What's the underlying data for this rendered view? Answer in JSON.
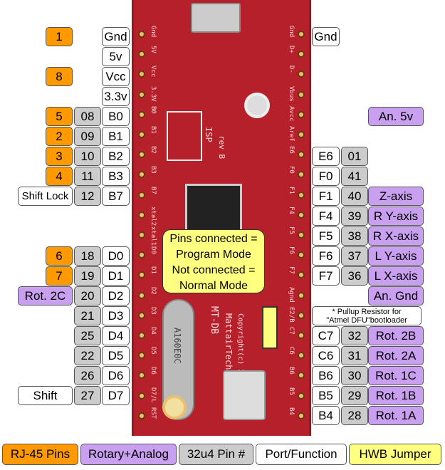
{
  "left_rows": [
    {
      "rj": "1",
      "pin": "",
      "port": "Gnd",
      "func": ""
    },
    {
      "rj": "",
      "pin": "",
      "port": "5v",
      "func": ""
    },
    {
      "rj": "8",
      "pin": "",
      "port": "Vcc",
      "func": ""
    },
    {
      "rj": "",
      "pin": "",
      "port": "3.3v",
      "func": ""
    },
    {
      "rj": "5",
      "pin": "08",
      "port": "B0",
      "func": ""
    },
    {
      "rj": "2",
      "pin": "09",
      "port": "B1",
      "func": ""
    },
    {
      "rj": "3",
      "pin": "10",
      "port": "B2",
      "func": ""
    },
    {
      "rj": "4",
      "pin": "11",
      "port": "B3",
      "func": ""
    },
    {
      "rj": "",
      "pin": "12",
      "port": "B7",
      "func": "Shift Lock"
    },
    {
      "rj": "6",
      "pin": "18",
      "port": "D0",
      "func": ""
    },
    {
      "rj": "7",
      "pin": "19",
      "port": "D1",
      "func": ""
    },
    {
      "rj": "",
      "pin": "20",
      "port": "D2",
      "func": "Rot. 2C"
    },
    {
      "rj": "",
      "pin": "21",
      "port": "D3",
      "func": ""
    },
    {
      "rj": "",
      "pin": "25",
      "port": "D4",
      "func": ""
    },
    {
      "rj": "",
      "pin": "22",
      "port": "D5",
      "func": ""
    },
    {
      "rj": "",
      "pin": "26",
      "port": "D6",
      "func": ""
    },
    {
      "rj": "",
      "pin": "27",
      "port": "D7",
      "func": "Shift"
    }
  ],
  "right_rows": [
    {
      "port": "Gnd",
      "pin": "",
      "func": ""
    },
    {
      "port": "",
      "pin": "",
      "func": "An. 5v"
    },
    {
      "port": "E6",
      "pin": "01",
      "func": ""
    },
    {
      "port": "F0",
      "pin": "41",
      "func": ""
    },
    {
      "port": "F1",
      "pin": "40",
      "func": "Z-axis"
    },
    {
      "port": "F4",
      "pin": "39",
      "func": "R Y-axis"
    },
    {
      "port": "F5",
      "pin": "38",
      "func": "R X-axis"
    },
    {
      "port": "F6",
      "pin": "37",
      "func": "L Y-axis"
    },
    {
      "port": "F7",
      "pin": "36",
      "func": "L X-axis"
    },
    {
      "port": "",
      "pin": "",
      "func": "An. Gnd"
    },
    {
      "port": "C7",
      "pin": "32",
      "func": "Rot. 2B"
    },
    {
      "port": "C6",
      "pin": "31",
      "func": "Rot. 2A"
    },
    {
      "port": "B6",
      "pin": "30",
      "func": "Rot. 1C"
    },
    {
      "port": "B5",
      "pin": "29",
      "func": "Rot. 1B"
    },
    {
      "port": "B4",
      "pin": "28",
      "func": "Rot. 1A"
    }
  ],
  "note": {
    "line1": "* Pullup Resistor for",
    "line2": "\"Atmel DFU\"bootloader"
  },
  "callout": {
    "line1": "Pins connected =",
    "line2": "Program Mode",
    "line3": "Not connected =",
    "line4": "Normal Mode"
  },
  "legend": {
    "rj45": "RJ-45 Pins",
    "rotary": "Rotary+Analog",
    "pin": "32u4 Pin #",
    "port": "Port/Function",
    "hwb": "HWB Jumper"
  },
  "board": {
    "name": "MT-DB",
    "maker": "MattairTech",
    "copyright": "Copyright(c) 2",
    "isp": "ISP",
    "rev": "rev B",
    "crystal": "A160E0C",
    "left_silk": [
      "Gnd",
      "5V",
      "Vcc",
      "3.3V",
      "B0",
      "B1",
      "B2",
      "B3",
      "B7",
      "xtal2",
      "xtal1",
      "D0",
      "D1",
      "D2",
      "D3",
      "D4",
      "D5",
      "D6",
      "D7/L",
      "RST"
    ],
    "right_silk": [
      "Gnd",
      "D+",
      "D-",
      "Vbus",
      "Avcc",
      "Aref",
      "E6",
      "F0",
      "F1",
      "F4",
      "F5",
      "F6",
      "F7",
      "Agnd",
      "E2/B",
      "C7",
      "C6",
      "B6",
      "B5",
      "B4"
    ]
  },
  "colors": {
    "rj45": "#ff9900",
    "rotary": "#c9a0f0",
    "pin": "#cccccc",
    "port": "#ffffff",
    "hwb": "#ffff80",
    "board": "#b5202a"
  }
}
